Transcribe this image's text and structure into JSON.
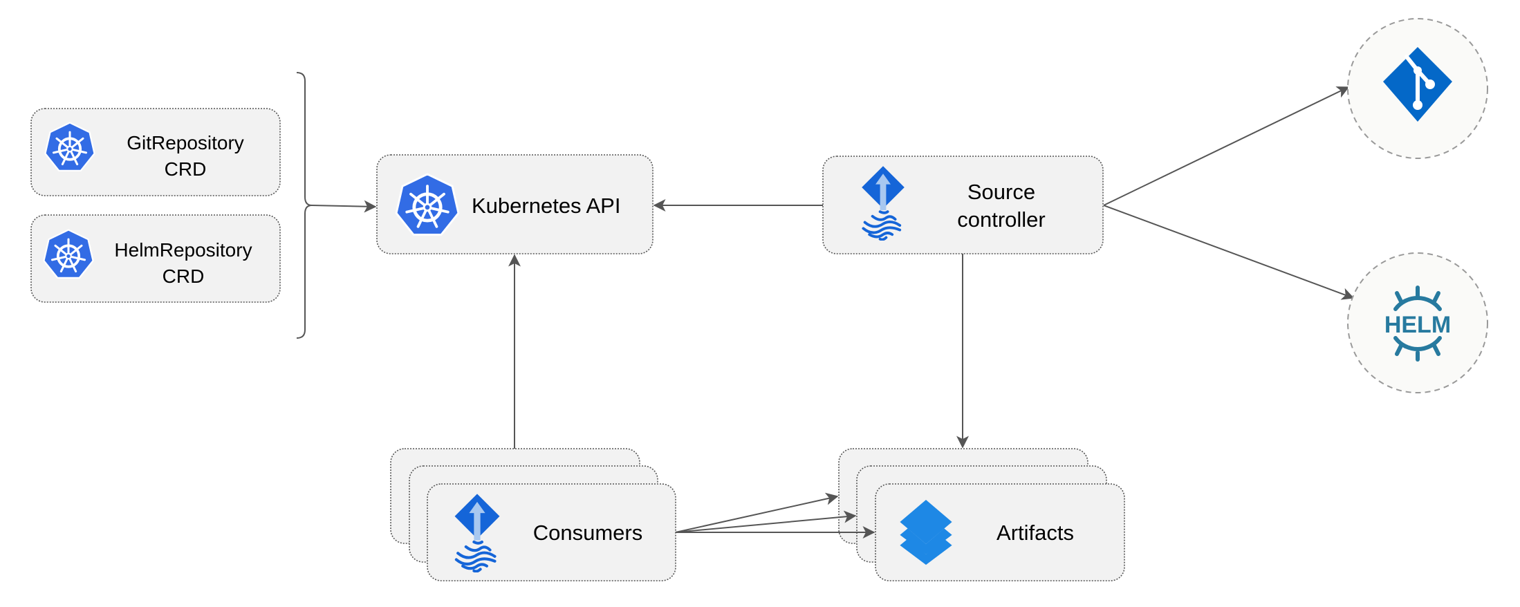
{
  "nodes": {
    "git_repository_crd": {
      "line1": "GitRepository",
      "line2": "CRD",
      "icon": "kubernetes-icon"
    },
    "helm_repository_crd": {
      "line1": "HelmRepository",
      "line2": "CRD",
      "icon": "kubernetes-icon"
    },
    "kubernetes_api": {
      "label": "Kubernetes API",
      "icon": "kubernetes-icon"
    },
    "source_controller": {
      "line1": "Source",
      "line2": "controller",
      "icon": "flux-icon"
    },
    "git": {
      "icon": "git-icon"
    },
    "helm": {
      "icon": "helm-icon",
      "logo_text": "HELM"
    },
    "consumers": {
      "label": "Consumers",
      "icon": "flux-icon"
    },
    "artifacts": {
      "label": "Artifacts",
      "icon": "layers-icon"
    }
  },
  "colors": {
    "kubernetes_blue": "#326ce5",
    "flux_blue": "#1565d8",
    "git_blue": "#0468c8",
    "helm_teal": "#277a9f",
    "layers_blue": "#1e88e5",
    "box_fill": "#f2f2f2",
    "edge": "#555555"
  }
}
